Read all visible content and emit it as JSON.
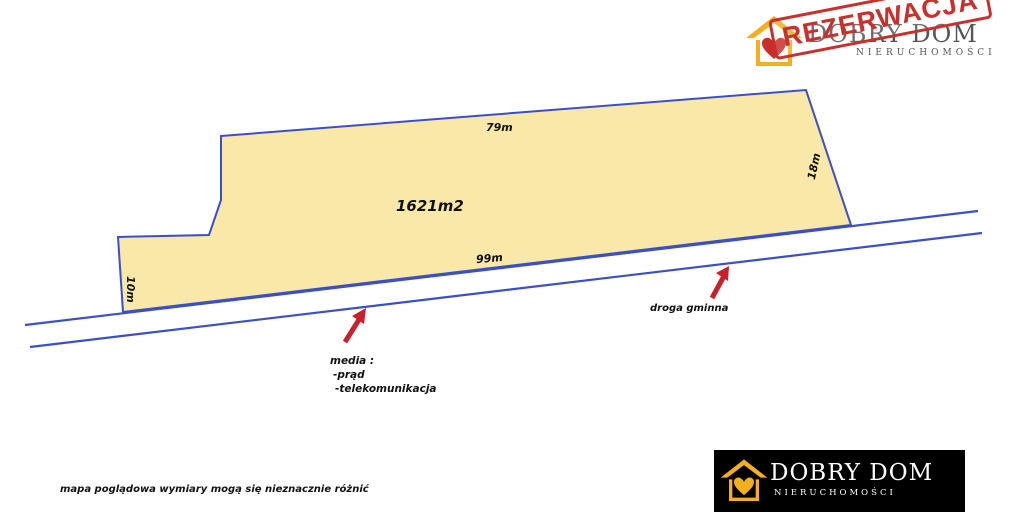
{
  "plot": {
    "area_label": "1621m2",
    "dimensions": {
      "top": "79m",
      "bottom": "99m",
      "left": "10m",
      "right": "18m"
    },
    "fill_color": "#f9e8a8",
    "outline_color": "#3b4fc9"
  },
  "road": {
    "label": "droga gminna",
    "line_color": "#3b4fc9"
  },
  "media": {
    "title": "media :",
    "items": [
      "-prąd",
      "-telekomunikacja"
    ]
  },
  "arrow_color": "#c8202c",
  "note": "mapa poglądowa wymiary mogą się nieznacznie różnić",
  "stamp": {
    "text": "REZERWACJA",
    "color": "#c9302c"
  },
  "logo": {
    "brand": "DOBRY DOM",
    "sub": "NIERUCHOMOŚCI",
    "accent": "#f2b01e"
  }
}
